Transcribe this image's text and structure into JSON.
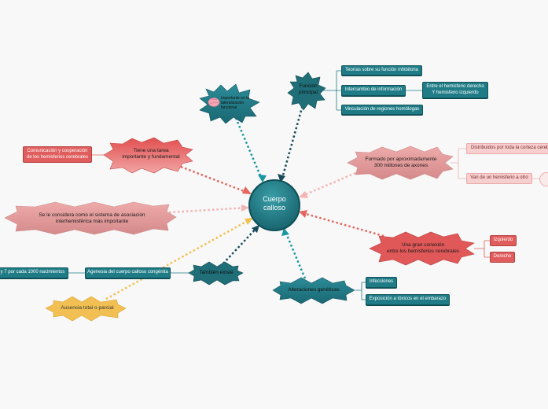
{
  "center": {
    "label_line1": "Cuerpo",
    "label_line2": "calloso"
  },
  "nodes": {
    "funcion": {
      "line1": "Función",
      "line2": "principal"
    },
    "importante": {
      "line1": "Importante en la",
      "line2": "lateralización",
      "line3": "funcional"
    },
    "tiene": {
      "line1": "Tiene una tarea",
      "line2": "importante y fundamental"
    },
    "formado": {
      "line1": "Formado por aproximadamente",
      "line2": "300 millones de axones"
    },
    "considera": {
      "line1": "Se le considera como el sistema de asociación",
      "line2": "interhemisférica más importante"
    },
    "conexion": {
      "line1": "Una gran conexión",
      "line2": "entre los hemisferios cerebrales"
    },
    "tambien": {
      "label": "También existe"
    },
    "alteraciones": {
      "label": "Alteraciones genéticas"
    },
    "ausencia": {
      "label": "Ausencia total o parcial"
    }
  },
  "boxes": {
    "teorias": "Teorías sobre su función inhibitoria",
    "intercambio": "Intercambio de información",
    "entre_line1": "Entre el hemisferio derecho",
    "entre_line2": "Y hemisferio izquierdo",
    "vinculacion": "Vinculación de regiones homólogas",
    "comunicacion_line1": "Comunicación y cooperación",
    "comunicacion_line2": "de los hemisferios cerebrales",
    "distribuidos": "Distribuidos por toda la corteza cereb",
    "van": "Van de un hemisferio a otro",
    "izquierdo": "Izquierdo",
    "derecho": "Derecho",
    "nacimientos": "y 7 por cada 1000 nacimientos",
    "agenesia": "Agenesia del cuerpo calloso congénita",
    "infecciones": "Infecciones",
    "exposicion": "Exposición a tóxicos en el embarazo"
  },
  "colors": {
    "teal": "#1f7c86",
    "teal_dark": "#12555d",
    "red": "#e05d5d",
    "pink": "#eab0b0",
    "yellow": "#f2c052",
    "background": "#f8f8f8"
  },
  "icons": {
    "importante": "brain-icon"
  }
}
